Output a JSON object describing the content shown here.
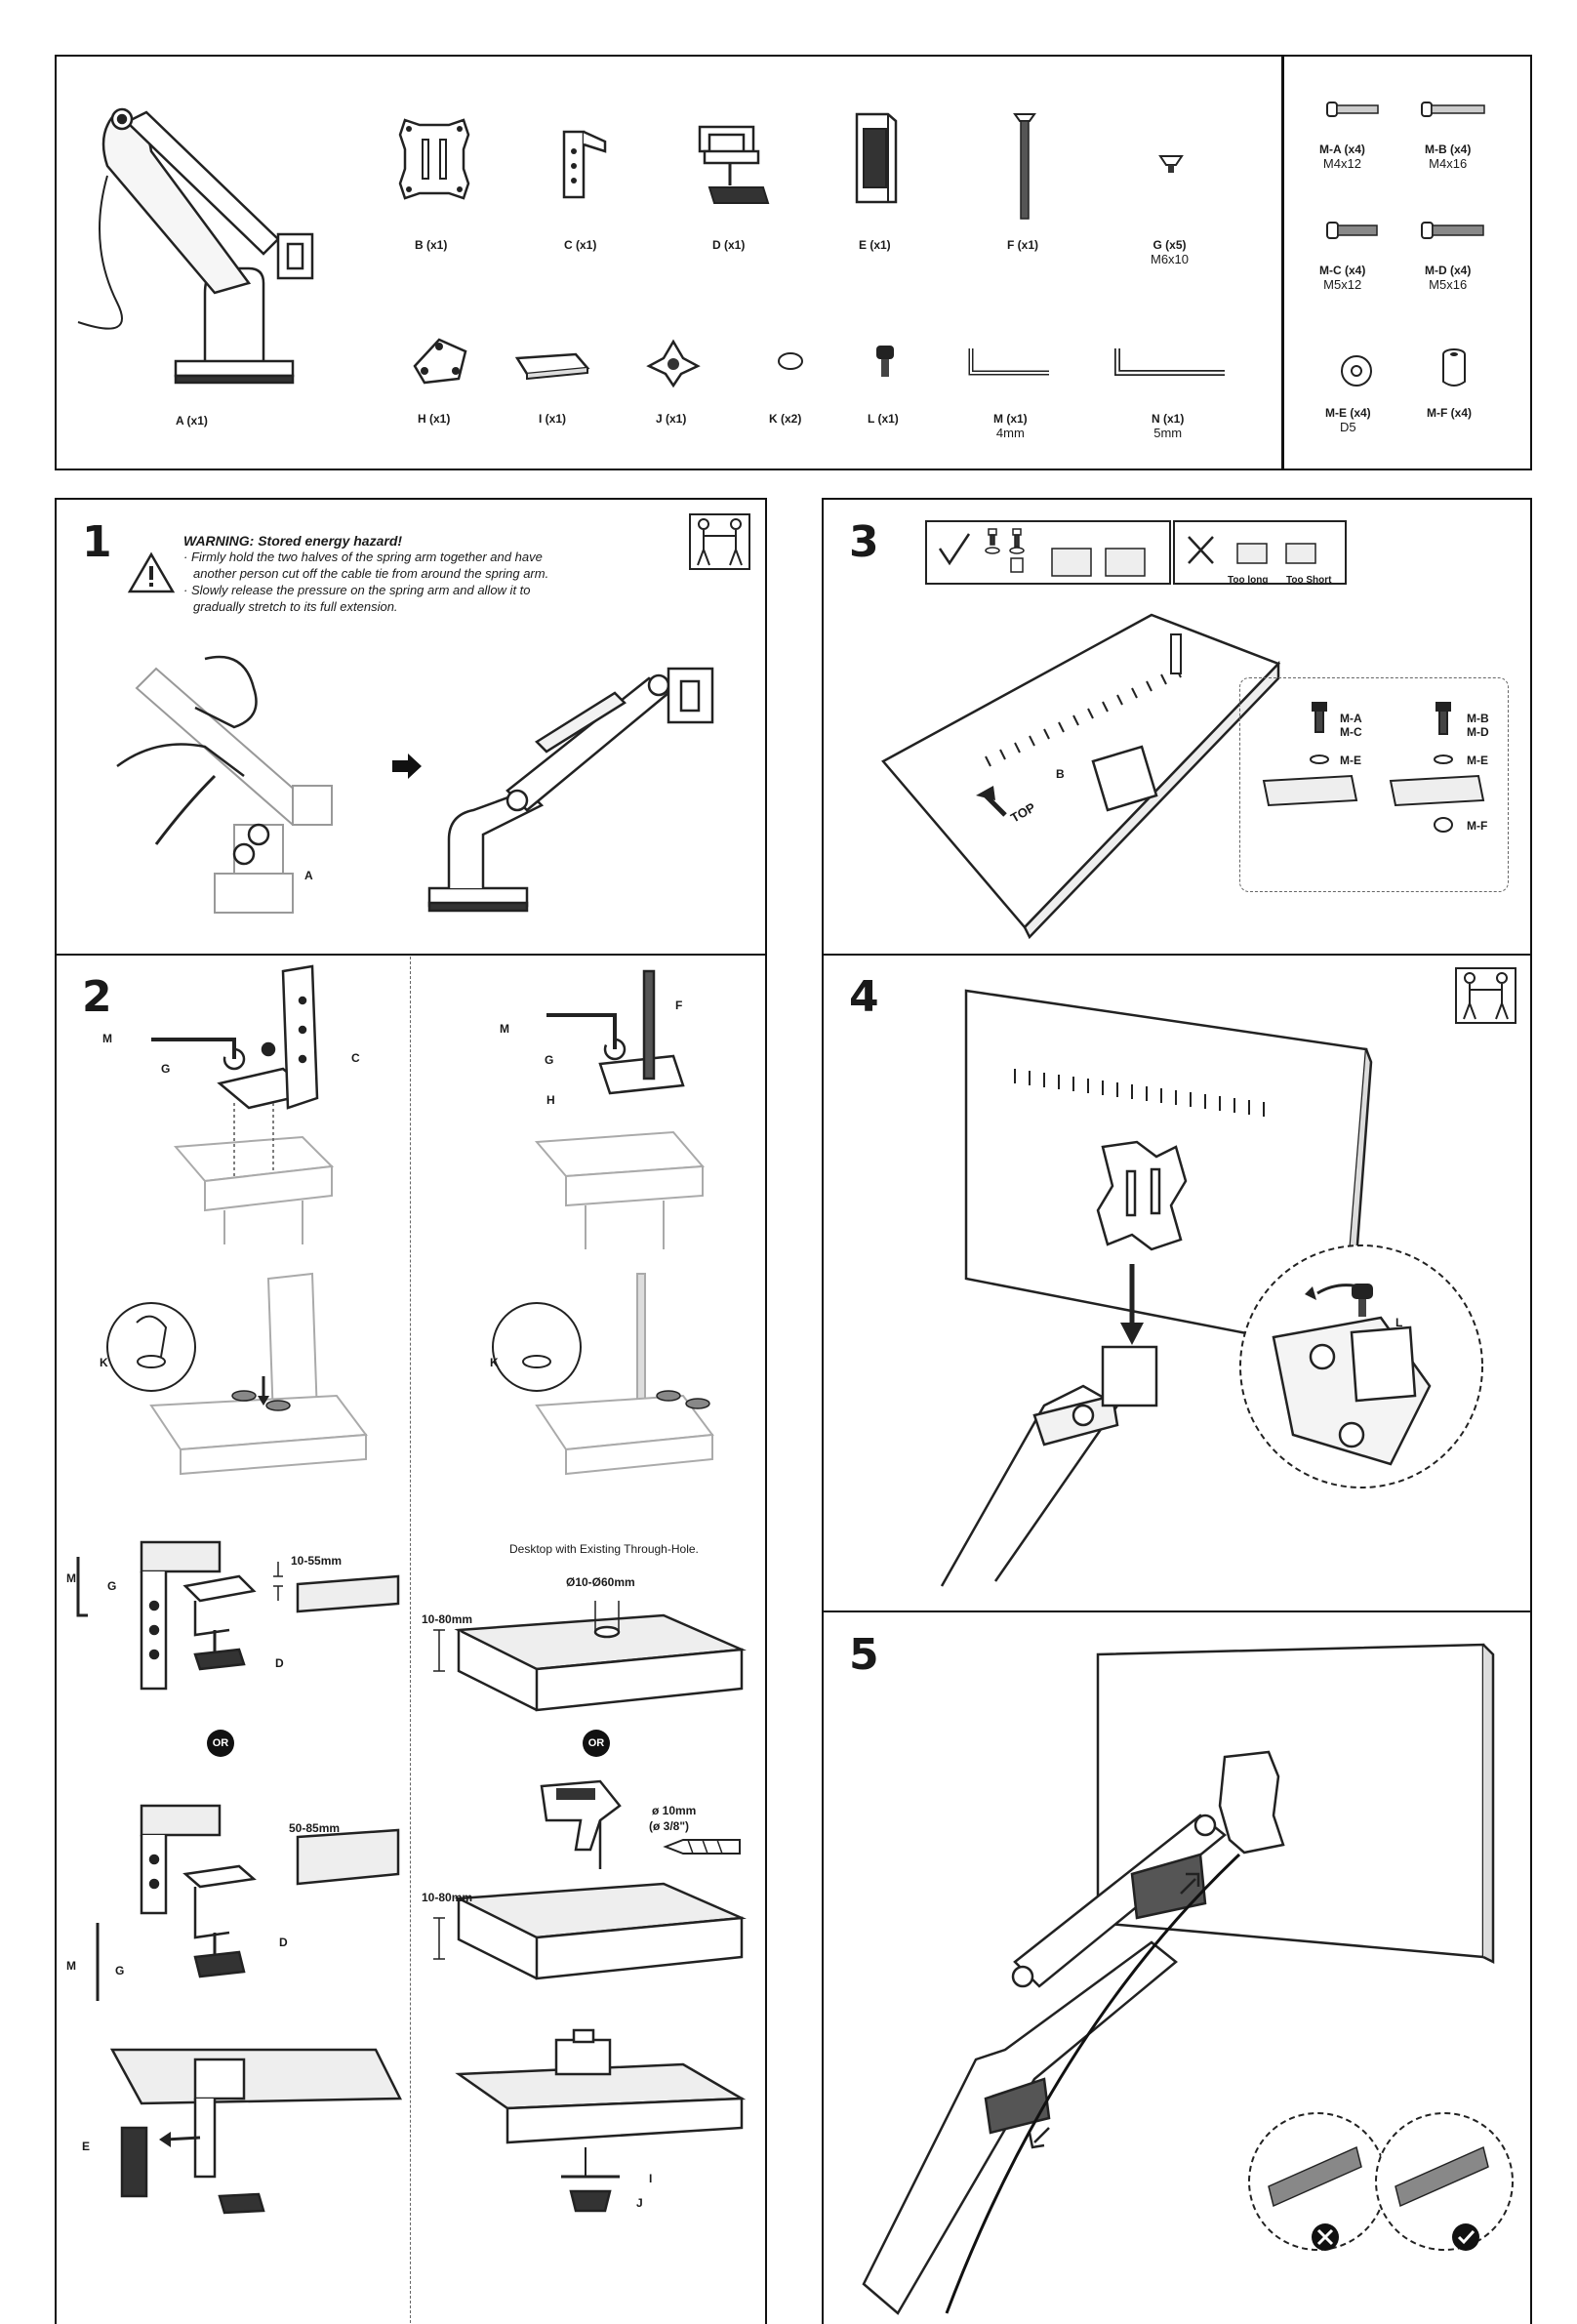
{
  "parts": {
    "A": {
      "label": "A (x1)"
    },
    "B": {
      "label": "B (x1)"
    },
    "C": {
      "label": "C (x1)"
    },
    "D": {
      "label": "D (x1)"
    },
    "E": {
      "label": "E (x1)"
    },
    "F": {
      "label": "F (x1)"
    },
    "G": {
      "label": "G (x5)",
      "sub": "M6x10"
    },
    "H": {
      "label": "H (x1)"
    },
    "I": {
      "label": "I (x1)"
    },
    "J": {
      "label": "J (x1)"
    },
    "K": {
      "label": "K (x2)"
    },
    "L": {
      "label": "L (x1)"
    },
    "M": {
      "label": "M (x1)",
      "sub": "4mm"
    },
    "N": {
      "label": "N (x1)",
      "sub": "5mm"
    }
  },
  "screws": {
    "MA": {
      "label": "M-A (x4)",
      "sub": "M4x12"
    },
    "MB": {
      "label": "M-B (x4)",
      "sub": "M4x16"
    },
    "MC": {
      "label": "M-C (x4)",
      "sub": "M5x12"
    },
    "MD": {
      "label": "M-D (x4)",
      "sub": "M5x16"
    },
    "ME": {
      "label": "M-E (x4)",
      "sub": "D5"
    },
    "MF": {
      "label": "M-F (x4)"
    }
  },
  "step1": {
    "number": "1",
    "warning_title": "WARNING: Stored energy hazard!",
    "warning_line1": "· Firmly hold the two halves of the spring arm together and have",
    "warning_line2": "another person cut off the cable tie from around the spring arm.",
    "warning_line3": "· Slowly release the pressure on the spring arm and allow it to",
    "warning_line4": "gradually stretch to its full extension.",
    "callout_a": "A"
  },
  "step2": {
    "number": "2",
    "callouts": {
      "M": "M",
      "G": "G",
      "C": "C",
      "F": "F",
      "H": "H",
      "K": "K",
      "D": "D",
      "E": "E",
      "I": "I",
      "J": "J"
    },
    "range_10_55": "10-55mm",
    "range_50_85": "50-85mm",
    "range_10_80": "10-80mm",
    "hole_note": "Desktop with Existing Through-Hole.",
    "hole_dia": "Ø10-Ø60mm",
    "drill_size": "ø 10mm",
    "drill_size_in": "(ø 3/8\")",
    "or": "OR"
  },
  "step3": {
    "number": "3",
    "too_long": "Too long",
    "too_short": "Too Short",
    "top": "TOP",
    "b": "B",
    "ma_mc_1": "M-A",
    "ma_mc_2": "M-C",
    "mb_md_1": "M-B",
    "mb_md_2": "M-D",
    "me": "M-E",
    "mf": "M-F"
  },
  "step4": {
    "number": "4",
    "callout_l": "L"
  },
  "step5": {
    "number": "5"
  }
}
